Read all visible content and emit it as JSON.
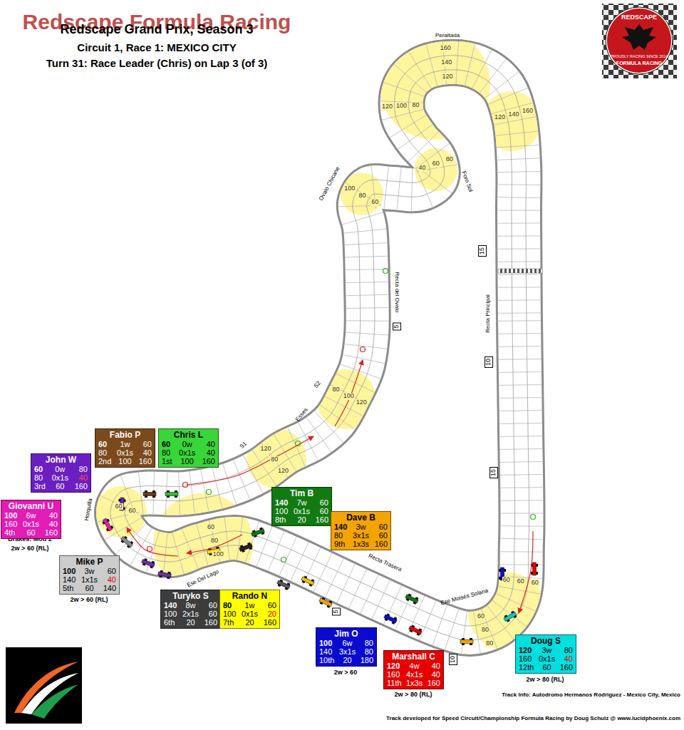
{
  "diagram": {
    "title": "Redscape Formula Racing",
    "nodes": [
      {
        "text": [
          "Fabio P",
          "60",
          "1w",
          "60",
          "80",
          "0x1s",
          "40",
          "2nd",
          "100",
          "160"
        ]
      },
      {
        "text": [
          "Chris L",
          "60",
          "0w",
          "40",
          "80",
          "0x1s",
          "40",
          "1st",
          "100",
          "160"
        ]
      },
      {
        "text": [
          "John W",
          "60",
          "0w",
          "80",
          "80",
          "0x1s",
          "40",
          "3rd",
          "60",
          "160"
        ]
      },
      {
        "text": [
          "Giovanni U",
          "100",
          "6w",
          "40",
          "160",
          "0x1s",
          "40",
          "4th",
          "60",
          "160"
        ]
      },
      {
        "text": [
          "Tim B",
          "140",
          "7w",
          "60",
          "100",
          "0x1s",
          "60",
          "8th",
          "20",
          "160"
        ]
      },
      {
        "text": [
          "Dave B",
          "140",
          "3w",
          "60",
          "80",
          "3x1s",
          "60",
          "9th",
          "1x3s",
          "160"
        ]
      },
      {
        "text": [
          "Mike P",
          "100",
          "3w",
          "60",
          "140",
          "1x1s",
          "40",
          "5th",
          "60",
          "140"
        ]
      },
      {
        "text": [
          "Turyko S",
          "140",
          "8w",
          "60",
          "100",
          "2x1s",
          "60",
          "6th",
          "20",
          "160"
        ]
      },
      {
        "text": [
          "Rando N",
          "80",
          "1w",
          "60",
          "100",
          "0x1s",
          "20",
          "7th",
          "20",
          "160"
        ]
      },
      {
        "text": [
          "Jim O",
          "100",
          "6w",
          "80",
          "140",
          "3x1s",
          "80",
          "10th",
          "20",
          "180"
        ]
      },
      {
        "text": [
          "Marshall C",
          "120",
          "4w",
          "40",
          "160",
          "4x1s",
          "40",
          "11th",
          "1x3s",
          "160"
        ]
      },
      {
        "text": [
          "Doug S",
          "120",
          "3w",
          "80",
          "160",
          "0x1s",
          "40",
          "12th",
          "60",
          "160"
        ]
      }
    ],
    "labels": [
      "Redscape Grand Prix, Season 3",
      "Circuit 1, Race 1: MEXICO CITY",
      "Turn 31: Race Leader (Chris) on Lap 3 (of 3)",
      "REDSCAPE",
      "PROUDLY RACING SINCE 2014",
      "FORMULA RACING",
      "Peraltada",
      "Foro Sol",
      "Ovalo Chicane",
      "Recta del Ovalo",
      "Recta Principal",
      "Esses",
      "S2",
      "S1",
      "Horquilla",
      "Ese Del Lago",
      "Recta Trasera",
      "Ese Moisés Solana",
      "15",
      "5",
      "10",
      "15",
      "5",
      "10",
      "Brakes: Mod 2",
      "2w > 60 (RL)",
      "2w > 60 (RL)",
      "2w > 60",
      "2w > 80 (RL)",
      "2w > 80 (RL)",
      "Track Info: Autodromo Hermanos Rodriguez - Mexico City, Mexico",
      "Track developed for Speed Circuit/Championship Formula Racing by Doug Schulz @ www.lucidphoenix.com",
      "120",
      "100",
      "80",
      "160",
      "140",
      "120",
      "160",
      "140",
      "120",
      "40",
      "60",
      "80",
      "100",
      "80",
      "60",
      "80",
      "100",
      "120",
      "120",
      "80",
      "120",
      "100",
      "80",
      "60",
      "60",
      "60",
      "60",
      "60",
      "60",
      "80",
      "80",
      "60"
    ]
  }
}
